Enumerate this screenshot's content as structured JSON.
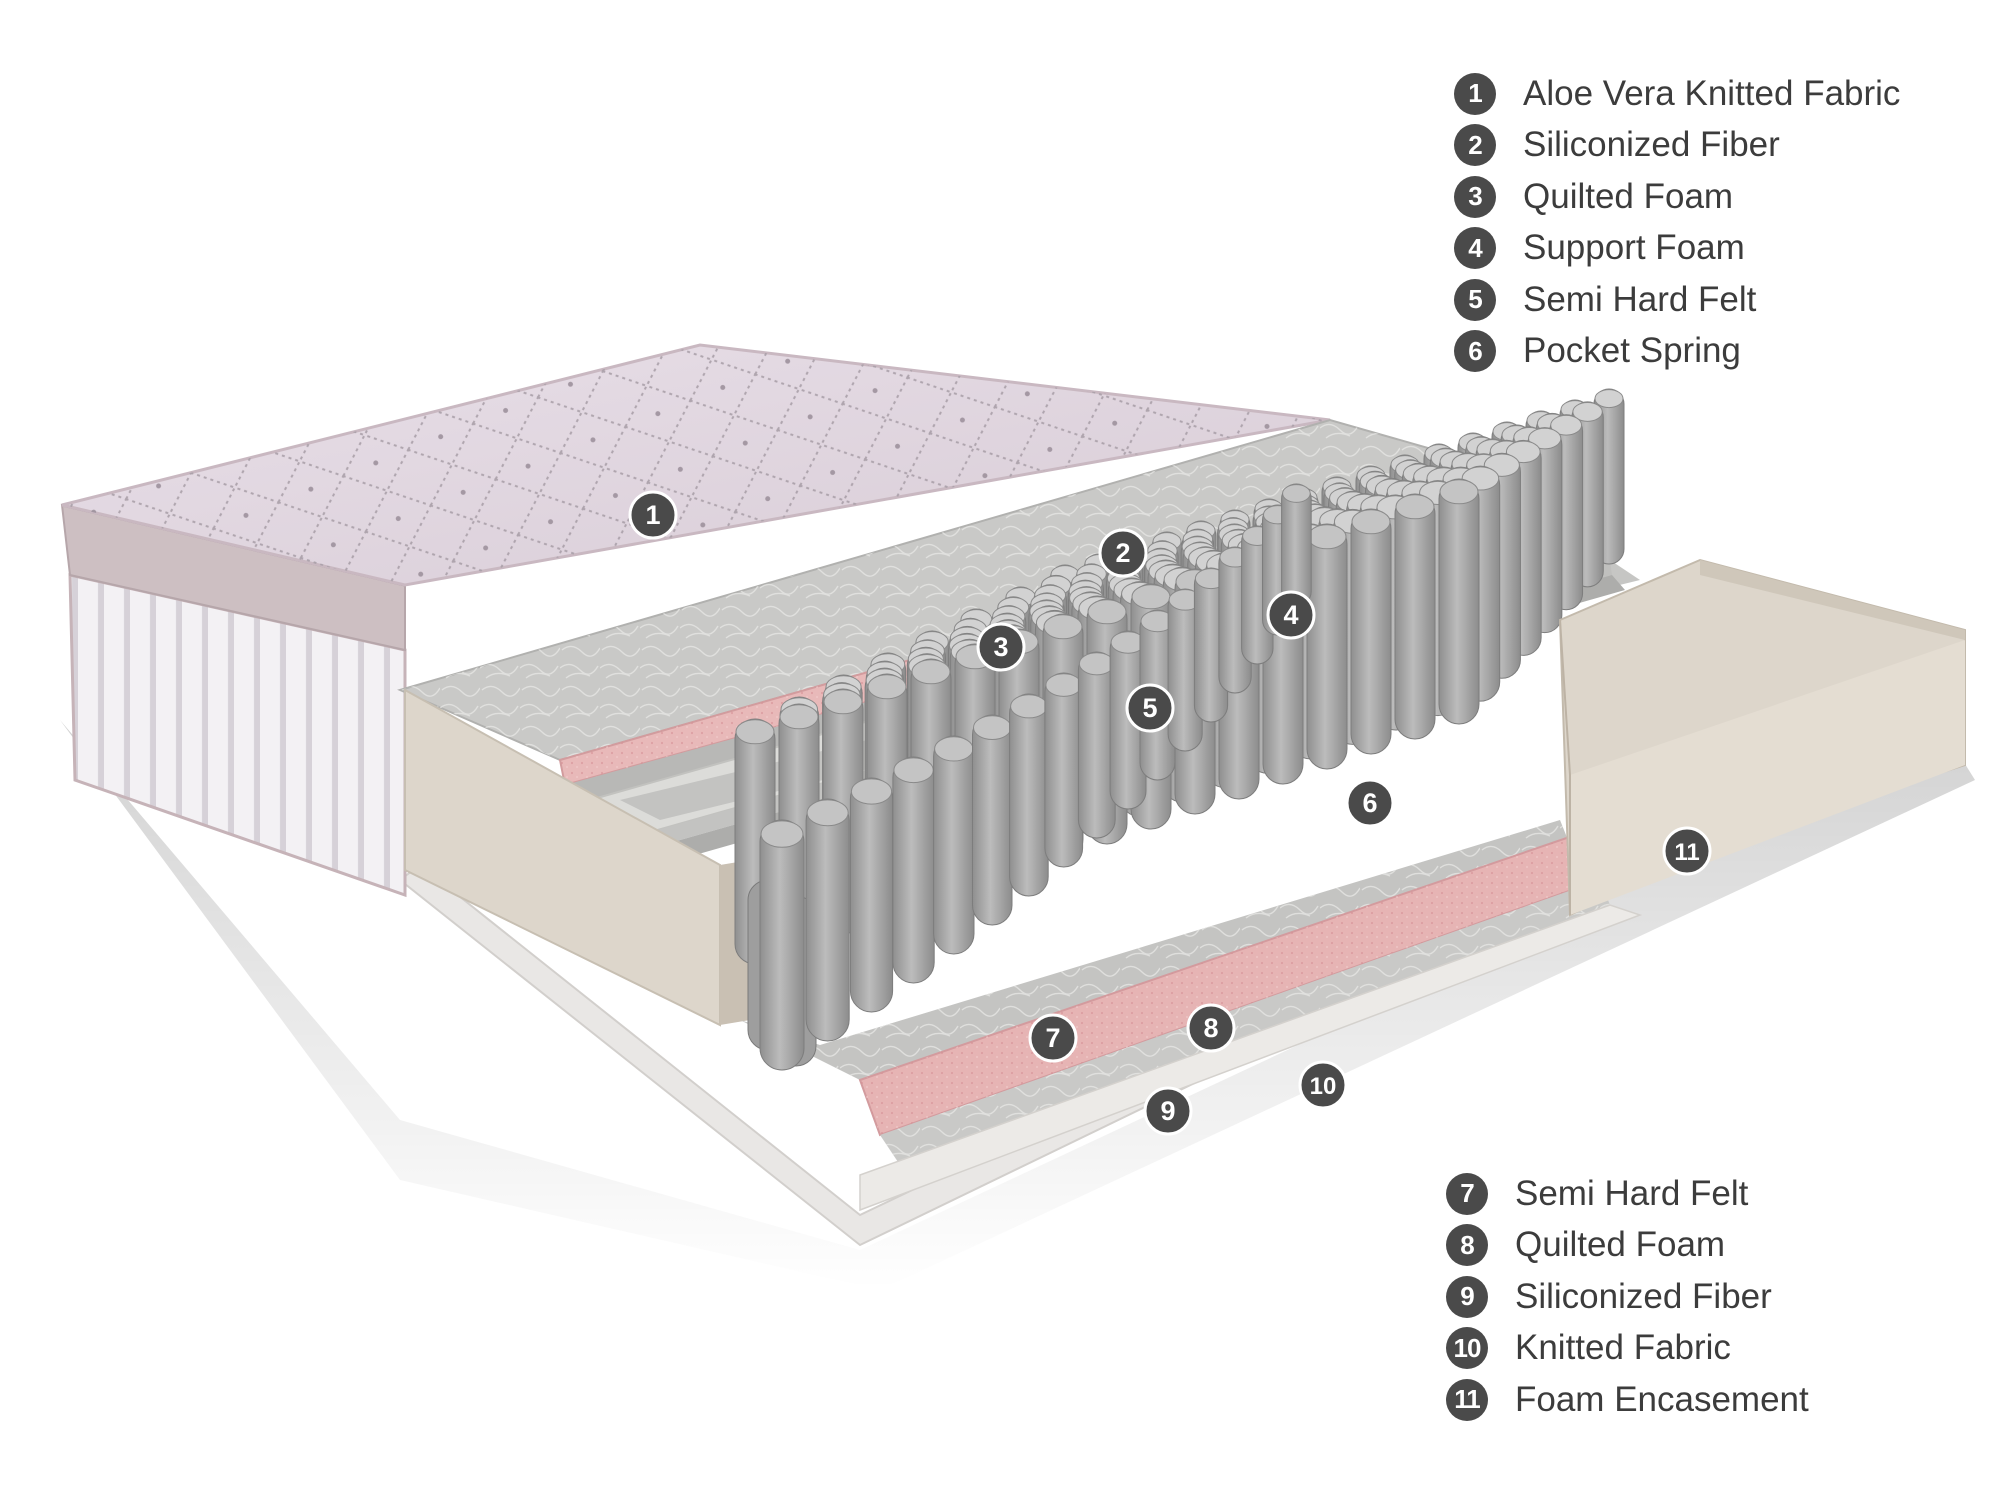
{
  "legend_top": [
    {
      "number": "1",
      "label": "Aloe Vera Knitted Fabric"
    },
    {
      "number": "2",
      "label": "Siliconized Fiber"
    },
    {
      "number": "3",
      "label": "Quilted Foam"
    },
    {
      "number": "4",
      "label": "Support Foam"
    },
    {
      "number": "5",
      "label": "Semi Hard Felt"
    },
    {
      "number": "6",
      "label": "Pocket Spring"
    }
  ],
  "legend_bottom": [
    {
      "number": "7",
      "label": "Semi Hard Felt"
    },
    {
      "number": "8",
      "label": "Quilted Foam"
    },
    {
      "number": "9",
      "label": "Siliconized Fiber"
    },
    {
      "number": "10",
      "label": "Knitted Fabric"
    },
    {
      "number": "11",
      "label": "Foam Encasement"
    }
  ],
  "callouts": [
    "1",
    "2",
    "3",
    "4",
    "5",
    "6",
    "7",
    "8",
    "9",
    "10",
    "11"
  ],
  "colors": {
    "badge": "#4a4a4a",
    "badge_text": "#ffffff",
    "legend_text": "#3c3c3c",
    "fabric_top": "#e4dbe3",
    "fiber_gray": "#c9c9c7",
    "quilted_foam_pink": "#e6b4b4",
    "felt_gray": "#bdbdbb",
    "spring_gray": "#a9a9a9",
    "encasement_beige": "#ddd6cb",
    "side_panel": "#f1eef2",
    "border_mauve": "#c6b3b8"
  }
}
